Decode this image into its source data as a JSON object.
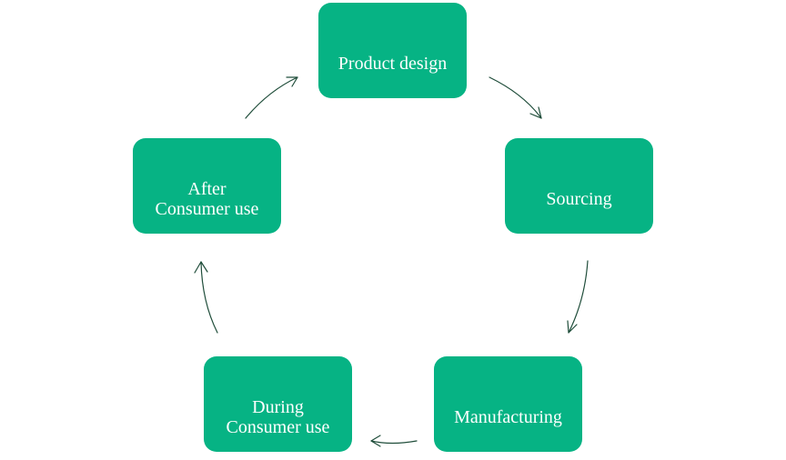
{
  "diagram": {
    "colors": {
      "node_fill": "#06b384",
      "node_text": "#ffffff",
      "arrow": "#1f4d3a"
    },
    "nodes": {
      "product_design": "Product design",
      "sourcing": "Sourcing",
      "manufacturing": "Manufacturing",
      "during_use": "During\nConsumer use",
      "after_use": "After\nConsumer use"
    }
  }
}
